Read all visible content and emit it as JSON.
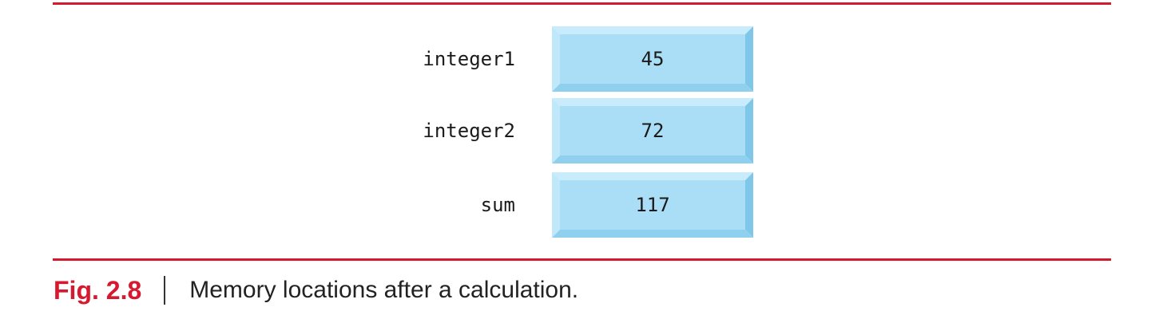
{
  "rows": [
    {
      "name": "integer1",
      "value": "45"
    },
    {
      "name": "integer2",
      "value": "72"
    },
    {
      "name": "sum",
      "value": "117"
    }
  ],
  "caption": {
    "label": "Fig. 2.8",
    "text": "Memory locations after a calculation."
  },
  "colors": {
    "accent": "#d6192f",
    "cell_face": "#a9def6",
    "cell_top": "#c8ecfb",
    "cell_left": "#bfe8fa",
    "cell_right": "#7fc7e8",
    "cell_bottom": "#8fd0ee"
  }
}
